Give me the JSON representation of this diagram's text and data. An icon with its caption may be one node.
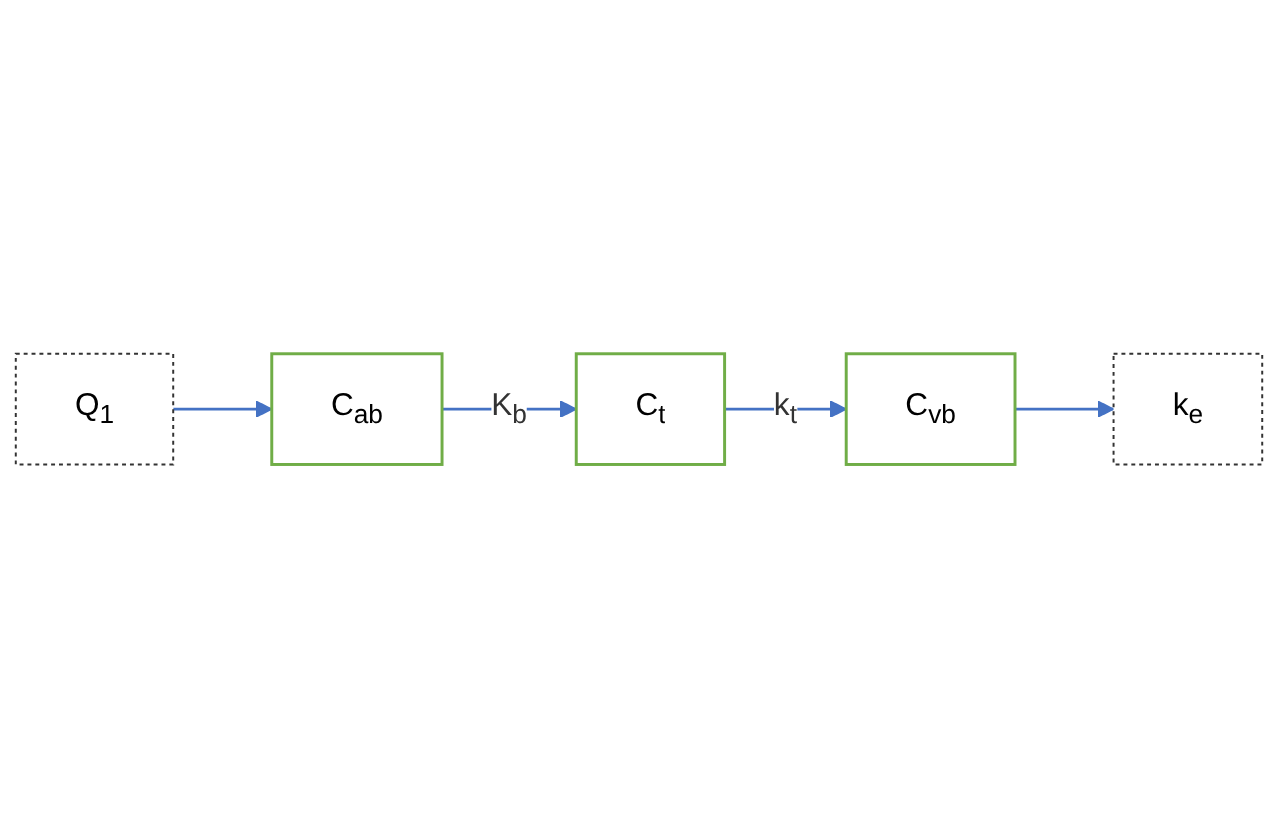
{
  "diagram": {
    "nodes": [
      {
        "text": [
          "Q$_{1}$"
        ]
      },
      {
        "text": [
          "C$_{ab}$"
        ]
      },
      {
        "text": [
          "C$_{t}$"
        ]
      },
      {
        "text": [
          "C$_{vb}$"
        ]
      },
      {
        "text": [
          "k$_{e}$"
        ]
      }
    ],
    "edges": [
      {
        "from": 0,
        "to": 1,
        "arrow": "to"
      },
      {
        "from": 1,
        "to": 2,
        "arrow": "to",
        "label": "K$_{b}$"
      },
      {
        "from": 2,
        "to": 3,
        "arrow": "to",
        "label": "k$_{t}$"
      },
      {
        "from": 3,
        "to": 4,
        "arrow": "to"
      }
    ]
  }
}
